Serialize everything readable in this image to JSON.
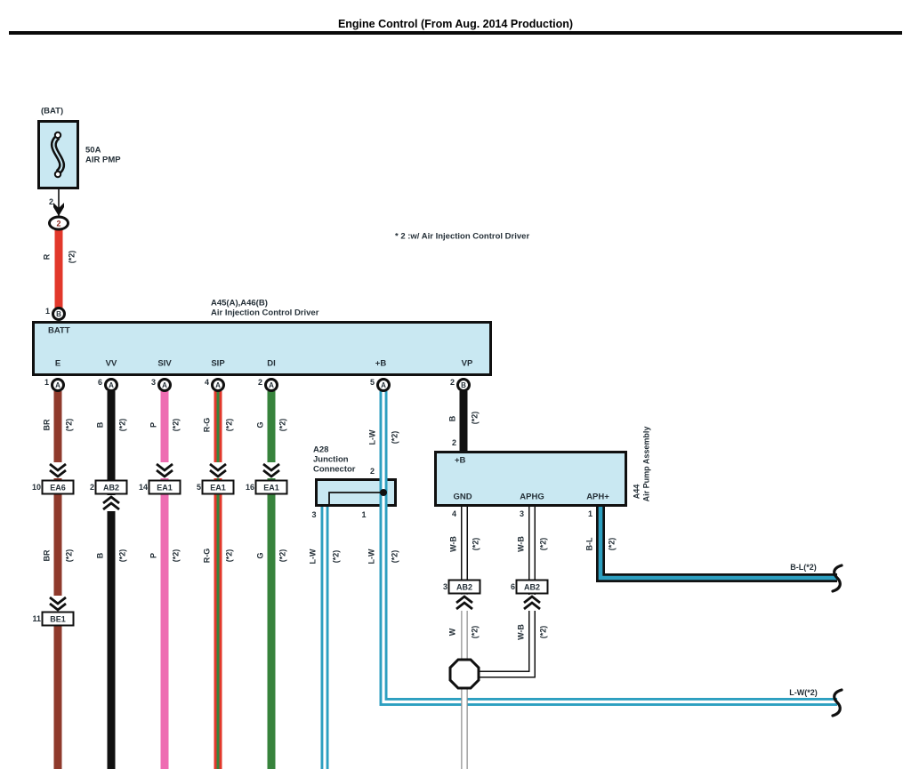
{
  "title": "Engine Control (From Aug. 2014 Production)",
  "note": "* 2 :w/  Air Injection Control Driver",
  "colors": {
    "panel": "#c9e8f2",
    "red": "#e2382b",
    "brown": "#8f3a2c",
    "black": "#111111",
    "pink": "#ee6db2",
    "green": "#37833c",
    "blue": "#2d9fc0"
  },
  "fuse": {
    "source": "(BAT)",
    "rating": "50A",
    "name": "AIR PMP",
    "pin_bottom": "2",
    "oval_ref": "2"
  },
  "bat_wire": {
    "color": "R",
    "mark": "(*2)",
    "pin": "1",
    "conn": "B"
  },
  "driver": {
    "code": "A45(A),A46(B)",
    "name": "Air Injection Control Driver",
    "top_terminal": "BATT",
    "terminals": [
      {
        "name": "E",
        "pin": "1",
        "conn": "A"
      },
      {
        "name": "VV",
        "pin": "6",
        "conn": "A"
      },
      {
        "name": "SIV",
        "pin": "3",
        "conn": "A"
      },
      {
        "name": "SIP",
        "pin": "4",
        "conn": "A"
      },
      {
        "name": "DI",
        "pin": "2",
        "conn": "A"
      },
      {
        "name": "+B",
        "pin": "5",
        "conn": "A"
      },
      {
        "name": "VP",
        "pin": "2",
        "conn": "B"
      }
    ]
  },
  "columns": [
    {
      "color": "BR",
      "mark": "(*2)",
      "pin": "10",
      "conn": "EA6",
      "color2": "BR",
      "mark2": "(*2)",
      "pin2": "11",
      "conn2": "BE1"
    },
    {
      "color": "B",
      "mark": "(*2)",
      "pin": "2",
      "conn": "AB2",
      "color2": "B",
      "mark2": "(*2)"
    },
    {
      "color": "P",
      "mark": "(*2)",
      "pin": "14",
      "conn": "EA1",
      "color2": "P",
      "mark2": "(*2)"
    },
    {
      "color": "R-G",
      "mark": "(*2)",
      "pin": "5",
      "conn": "EA1",
      "color2": "R-G",
      "mark2": "(*2)"
    },
    {
      "color": "G",
      "mark": "(*2)",
      "pin": "16",
      "conn": "EA1",
      "color2": "G",
      "mark2": "(*2)"
    }
  ],
  "vp_wire": {
    "color": "B",
    "mark": "(*2)"
  },
  "junction": {
    "code": "A28",
    "name1": "Junction",
    "name2": "Connector",
    "pin_in": "2",
    "wire_in": {
      "color": "L-W",
      "mark": "(*2)"
    },
    "pin_left": "3",
    "wire_left": {
      "color": "L-W",
      "mark": "(*2)"
    },
    "pin_right": "1",
    "wire_right": {
      "color": "L-W",
      "mark": "(*2)"
    }
  },
  "air_pump": {
    "code": "A44",
    "name": "Air Pump Assembly",
    "in_terminal": "+B",
    "in_pin": "2",
    "terminals": [
      {
        "name": "GND",
        "pin": "4"
      },
      {
        "name": "APHG",
        "pin": "3"
      },
      {
        "name": "APH+",
        "pin": "1"
      }
    ]
  },
  "gnd_branch": {
    "color": "W-B",
    "mark": "(*2)",
    "pin": "3",
    "conn": "AB2",
    "color2": "W",
    "mark2": "(*2)"
  },
  "aphg_branch": {
    "color": "W-B",
    "mark": "(*2)",
    "pin": "6",
    "conn": "AB2",
    "color2": "W-B",
    "mark2": "(*2)"
  },
  "aph_branch": {
    "color": "B-L",
    "mark": "(*2)",
    "out": "B-L(*2)"
  },
  "lw_out": "L-W(*2)"
}
